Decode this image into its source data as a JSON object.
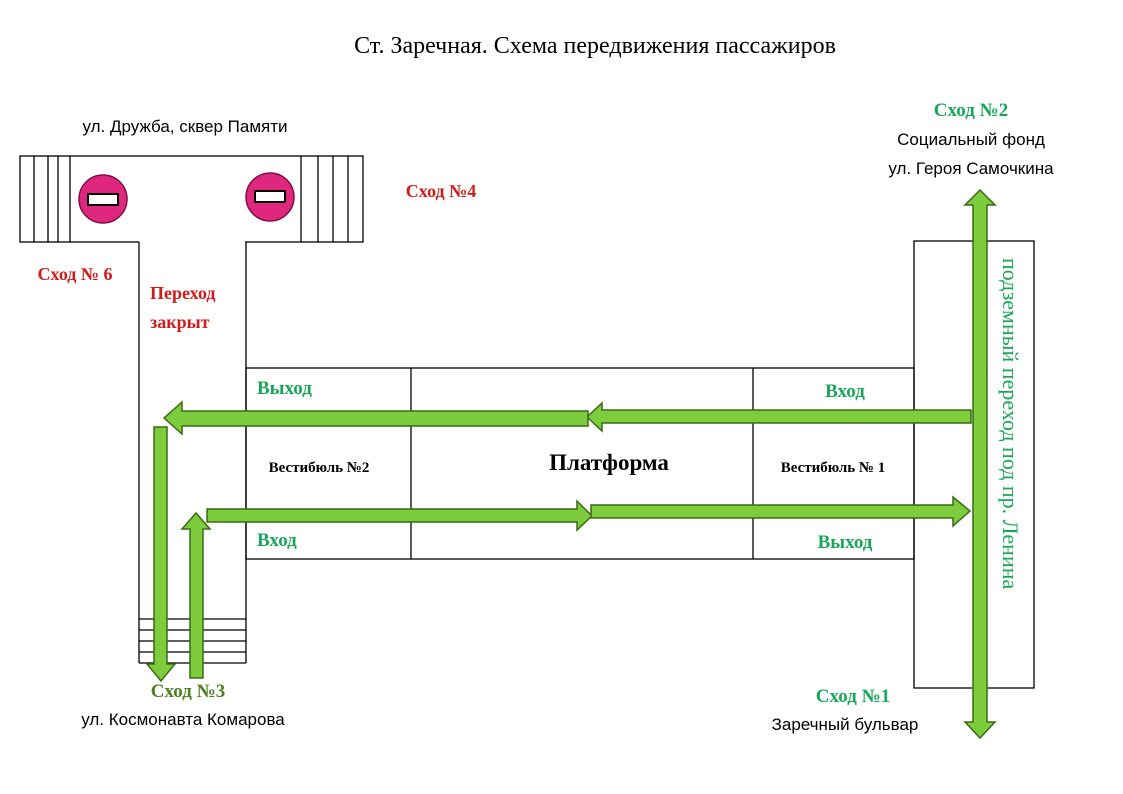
{
  "title": "Ст. Заречная. Схема передвижения пассажиров",
  "colors": {
    "exit_green": "#1aa65a",
    "closed_red": "#d11a1a",
    "exit3_green": "#4e7f23",
    "arrow_fill": "#7dcc3e",
    "arrow_stroke": "#3a6b14",
    "no_entry_sign": "#e0277f"
  },
  "icons": [
    "no-entry-sign-icon",
    "no-entry-sign-icon"
  ],
  "streets": {
    "top_left": "ул. Дружба, сквер Памяти",
    "exit2_line1": "Социальный фонд",
    "exit2_line2": "ул. Героя Самочкина",
    "exit3": "ул. Космонавта Комарова",
    "exit1": "Заречный бульвар"
  },
  "exits": {
    "exit2": "Сход №2",
    "exit4": "Сход №4",
    "exit6": "Сход № 6",
    "exit3": "Сход №3",
    "exit1": "Сход №1"
  },
  "closed_notice": {
    "line1": "Переход",
    "line2": "закрыт"
  },
  "station": {
    "vestibule2": "Вестибюль №2",
    "vestibule1": "Вестибюль № 1",
    "platform": "Платформа",
    "v2_top": "Выход",
    "v2_bottom": "Вход",
    "v1_top": "Вход",
    "v1_bottom": "Выход"
  },
  "underpass": "подземный переход под пр. Ленина"
}
